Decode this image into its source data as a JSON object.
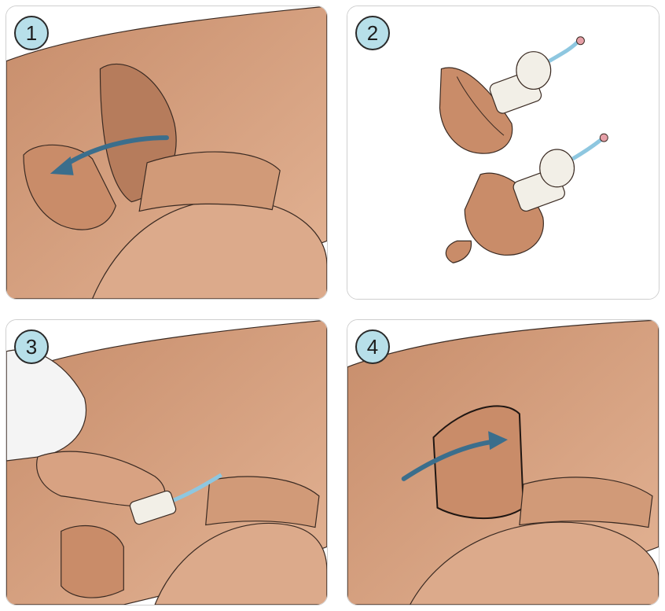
{
  "steps": [
    {
      "number": "1"
    },
    {
      "number": "2"
    },
    {
      "number": "3"
    },
    {
      "number": "4"
    }
  ],
  "colors": {
    "skin_light": "#dba98a",
    "skin_mid": "#cc9573",
    "skin_dark": "#b67c5c",
    "outline": "#3a2a22",
    "arrow_blue": "#3b6e8c",
    "badge_fill": "#b7dfe9",
    "tube_blue": "#8ec7e0",
    "connector_pink": "#e6a0a8"
  }
}
